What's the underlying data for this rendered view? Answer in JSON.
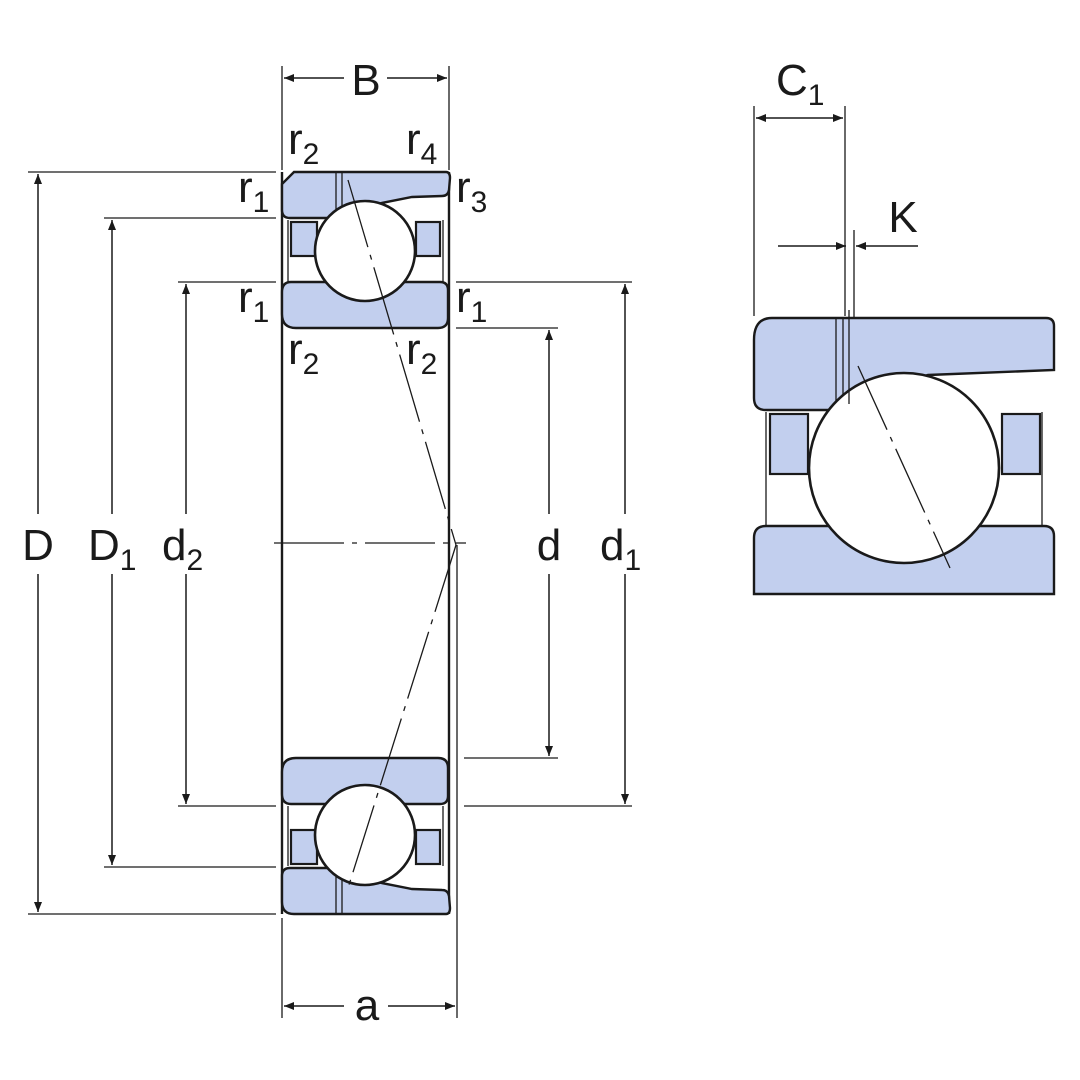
{
  "colors": {
    "ring_fill": "#c2cfee",
    "stroke": "#1a1a1a",
    "background": "#ffffff"
  },
  "labels": {
    "B": "B",
    "a": "a",
    "D": "D",
    "D1": {
      "base": "D",
      "sub": "1"
    },
    "d2": {
      "base": "d",
      "sub": "2"
    },
    "d": "d",
    "d1": {
      "base": "d",
      "sub": "1"
    },
    "C1": {
      "base": "C",
      "sub": "1"
    },
    "K": "K",
    "r1": {
      "base": "r",
      "sub": "1"
    },
    "r2": {
      "base": "r",
      "sub": "2"
    },
    "r3": {
      "base": "r",
      "sub": "3"
    },
    "r4": {
      "base": "r",
      "sub": "4"
    }
  }
}
